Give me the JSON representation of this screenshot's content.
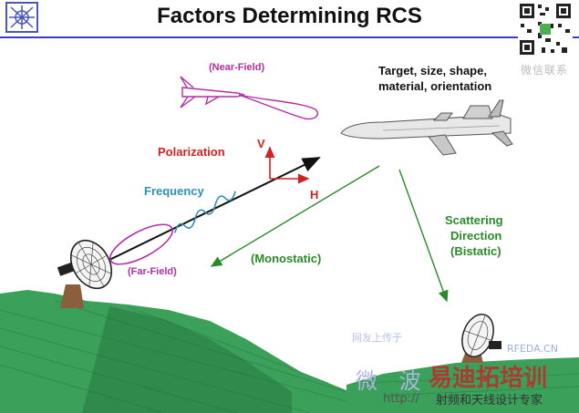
{
  "title": "Factors Determining RCS",
  "labels": {
    "near_field": "(Near-Field)",
    "far_field": "(Far-Field)",
    "target": "Target, size, shape,",
    "target_line2": "material, orientation",
    "polarization": "Polarization",
    "frequency": "Frequency",
    "v_axis": "V",
    "h_axis": "H",
    "monostatic": "(Monostatic)",
    "scattering_line1": "Scattering",
    "scattering_line2": "Direction",
    "scattering_line3": "(Bistatic)"
  },
  "watermarks": {
    "qr_caption": "微信联系",
    "site_top": "网友上传于",
    "site": "RFEDA.CN",
    "brand_big": "微 波",
    "brand_red": "易迪拓培训",
    "url": "http://",
    "tagline": "射频和天线设计专家"
  },
  "colors": {
    "title": "#111111",
    "accent_rule": "#3b3dbf",
    "magenta": "#b12fa8",
    "red": "#d42020",
    "blue_text": "#2e8fb8",
    "green": "#2a8a2a",
    "terrain": "#3aa05a"
  }
}
